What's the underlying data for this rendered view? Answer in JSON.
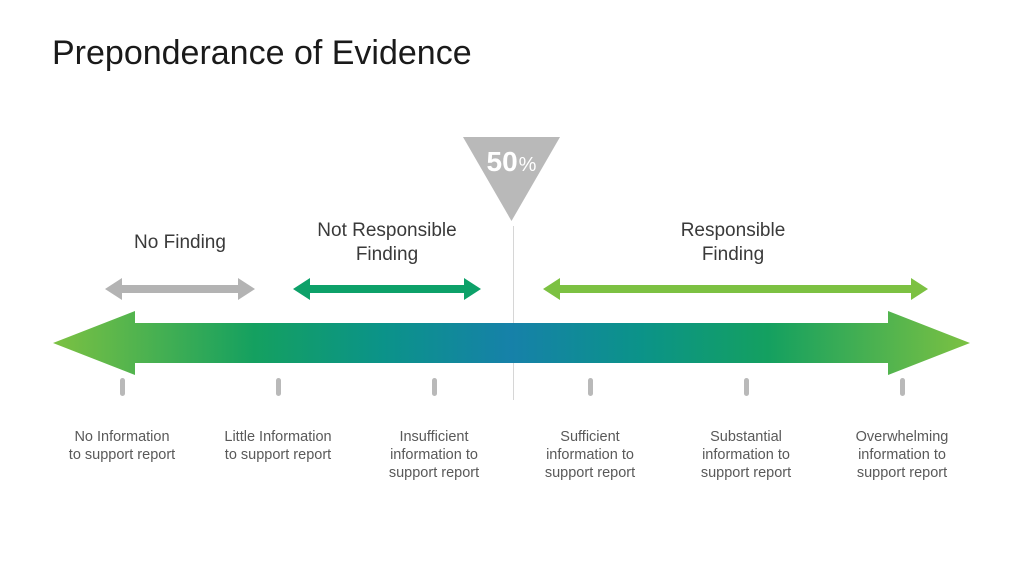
{
  "slide": {
    "title": "Preponderance of Evidence",
    "threshold_marker": {
      "value": "50",
      "unit": "%",
      "triangle_color": "#b9b9b9",
      "text_color": "#ffffff"
    },
    "finding_zones": [
      {
        "label": "No Finding",
        "arrow_color": "#b3b3b3"
      },
      {
        "label": "Not Responsible\nFinding",
        "arrow_color": "#0da169"
      },
      {
        "label": "Responsible\nFinding",
        "arrow_color": "#7cc142"
      }
    ],
    "evidence_scale": {
      "gradient_stops": [
        {
          "color": "#7cc142",
          "pos": "0%"
        },
        {
          "color": "#14a060",
          "pos": "22%"
        },
        {
          "color": "#0b9389",
          "pos": "36%"
        },
        {
          "color": "#1681a9",
          "pos": "50%"
        },
        {
          "color": "#0b9389",
          "pos": "64%"
        },
        {
          "color": "#14a060",
          "pos": "78%"
        },
        {
          "color": "#7cc142",
          "pos": "100%"
        }
      ],
      "ticks": [
        {
          "label": "No Information\nto support report"
        },
        {
          "label": "Little Information\nto support report"
        },
        {
          "label": "Insufficient\ninformation to\nsupport report"
        },
        {
          "label": "Sufficient\ninformation to\nsupport report"
        },
        {
          "label": "Substantial\ninformation to\nsupport report"
        },
        {
          "label": "Overwhelming\ninformation to\nsupport report"
        }
      ]
    }
  }
}
